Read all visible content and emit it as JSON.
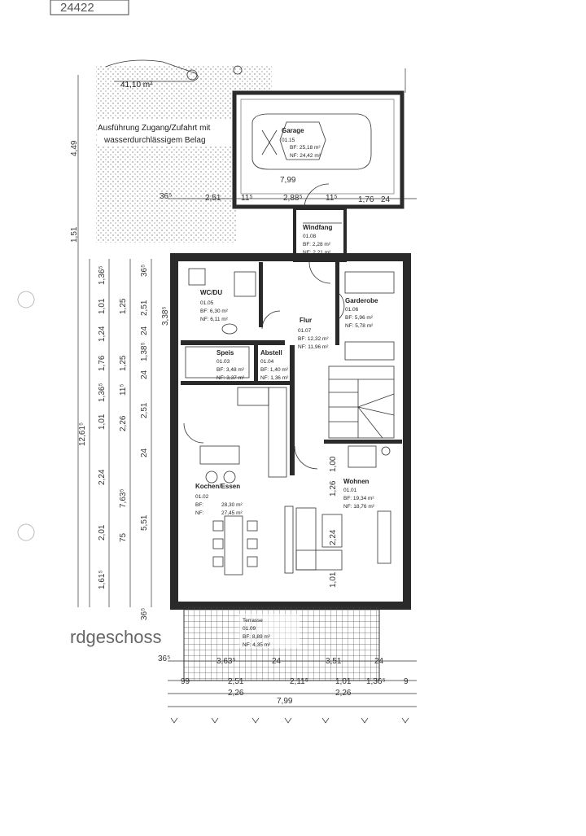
{
  "header": {
    "handwritten_note": "24422"
  },
  "plot": {
    "area_label": "41,10 m²",
    "note_line1": "Ausführung Zugang/Zufahrt mit",
    "note_line2": "wasserdurchlässigem Belag"
  },
  "floor_label": "rdgeschoss",
  "rooms": {
    "garage": {
      "name": "Garage",
      "num": "01.15",
      "bf": "BF: 25,18 m²",
      "nf": "NF: 24,42 m²"
    },
    "windfang": {
      "name": "Windfang",
      "num": "01.08",
      "bf": "BF: 2,28 m²",
      "nf": "NF: 2,21 m²"
    },
    "wc": {
      "name": "WC/DU",
      "num": "01.05",
      "bf": "BF: 6,30 m²",
      "nf": "NF: 6,11 m²"
    },
    "flur": {
      "name": "Flur",
      "num": "01.07",
      "bf": "BF: 12,32 m²",
      "nf": "NF: 11,96 m²"
    },
    "garderobe": {
      "name": "Garderobe",
      "num": "01.06",
      "bf": "BF:  5,96 m²",
      "nf": "NF:  5,78 m²"
    },
    "speis": {
      "name": "Speis",
      "num": "01.03",
      "bf": "BF: 3,48 m²",
      "nf": "NF: 3,37 m²"
    },
    "abstell": {
      "name": "Abstell",
      "num": "01.04",
      "bf": "BF: 1,40 m²",
      "nf": "NF: 1,36 m²"
    },
    "kochen": {
      "name": "Kochen/Essen",
      "num": "01.02",
      "bf": "BF:",
      "bf_val": "28,30 m²",
      "nf": "NF:",
      "nf_val": "27,45 m²"
    },
    "wohnen": {
      "name": "Wohnen",
      "num": "01.01",
      "bf": "BF: 19,34 m²",
      "nf": "NF: 18,76 m²"
    },
    "terrasse": {
      "name": "Terrasse",
      "num": "01.09",
      "bf": "BF: 8,89 m²",
      "nf": "NF: 4,35 m²"
    }
  },
  "dims": {
    "garage_width": "7,99",
    "top_row": [
      "36⁵",
      "2,51",
      "11⁵",
      "2,88⁵",
      "11⁵",
      "1,76",
      "24"
    ],
    "left_vertical_outer": [
      "4,49",
      "1,51",
      "12,61⁵"
    ],
    "left_vertical_mid": [
      "1,36⁵",
      "1,01",
      "1,24",
      "1,76",
      "1,36⁵",
      "1,01",
      "2,24",
      "2,01",
      "1,61⁵"
    ],
    "left_vertical_mid2": [
      "1,25",
      "1,25",
      "11⁵",
      "2,26",
      "7,63⁵",
      "75"
    ],
    "left_vertical_inner": [
      "36⁵",
      "2,51",
      "24",
      "1,38⁵",
      "24",
      "2,51",
      "24",
      "5,51",
      "36⁵"
    ],
    "left_vertical_far": [
      "3,38⁵"
    ],
    "interior": [
      "1,00",
      "1,26",
      "2,24",
      "1,01"
    ],
    "bottom_row1": [
      "36⁵",
      "3,63⁵",
      "24",
      "3,51",
      "24"
    ],
    "bottom_row2": [
      "99",
      "2,51",
      "2,11⁵",
      "1,01",
      "1,36⁵",
      "9"
    ],
    "bottom_row3": [
      "2,26",
      "2,26"
    ],
    "total_width": "7,99"
  }
}
